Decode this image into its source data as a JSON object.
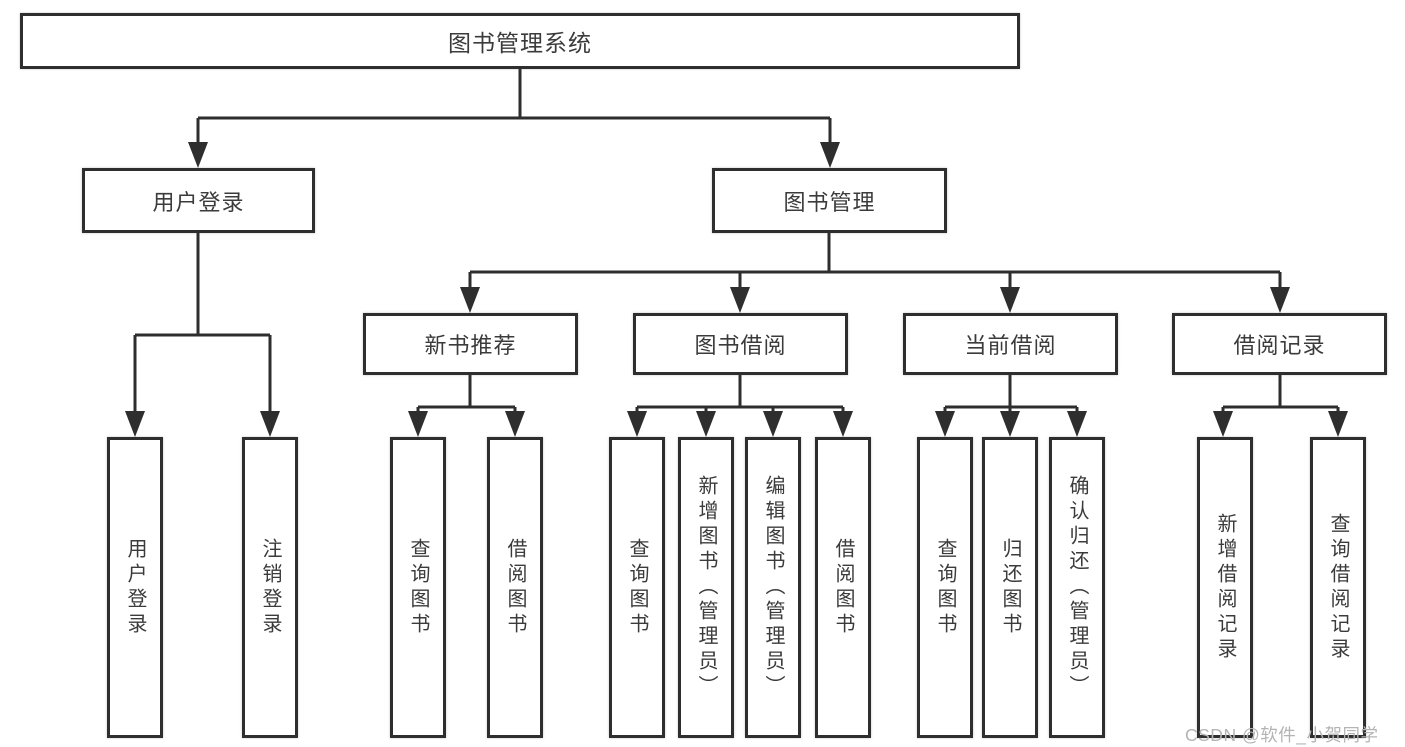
{
  "diagram": {
    "watermark": "CSDN @软件_小贺同学",
    "colors": {
      "line": "#2e2e2e",
      "box_border": "#2e2e2e",
      "text": "#3b3b3b",
      "watermark": "#b4b4b4",
      "background": "#ffffff"
    },
    "tree": {
      "label": "图书管理系统",
      "children": [
        {
          "label": "用户登录",
          "children": [
            {
              "label": "用户登录"
            },
            {
              "label": "注销登录"
            }
          ]
        },
        {
          "label": "图书管理",
          "children": [
            {
              "label": "新书推荐",
              "children": [
                {
                  "label": "查询图书"
                },
                {
                  "label": "借阅图书"
                }
              ]
            },
            {
              "label": "图书借阅",
              "children": [
                {
                  "label": "查询图书"
                },
                {
                  "label": "新增图书（管理员）"
                },
                {
                  "label": "编辑图书（管理员）"
                },
                {
                  "label": "借阅图书"
                }
              ]
            },
            {
              "label": "当前借阅",
              "children": [
                {
                  "label": "查询图书"
                },
                {
                  "label": "归还图书"
                },
                {
                  "label": "确认归还（管理员）"
                }
              ]
            },
            {
              "label": "借阅记录",
              "children": [
                {
                  "label": "新增借阅记录"
                },
                {
                  "label": "查询借阅记录"
                }
              ]
            }
          ]
        }
      ]
    }
  }
}
